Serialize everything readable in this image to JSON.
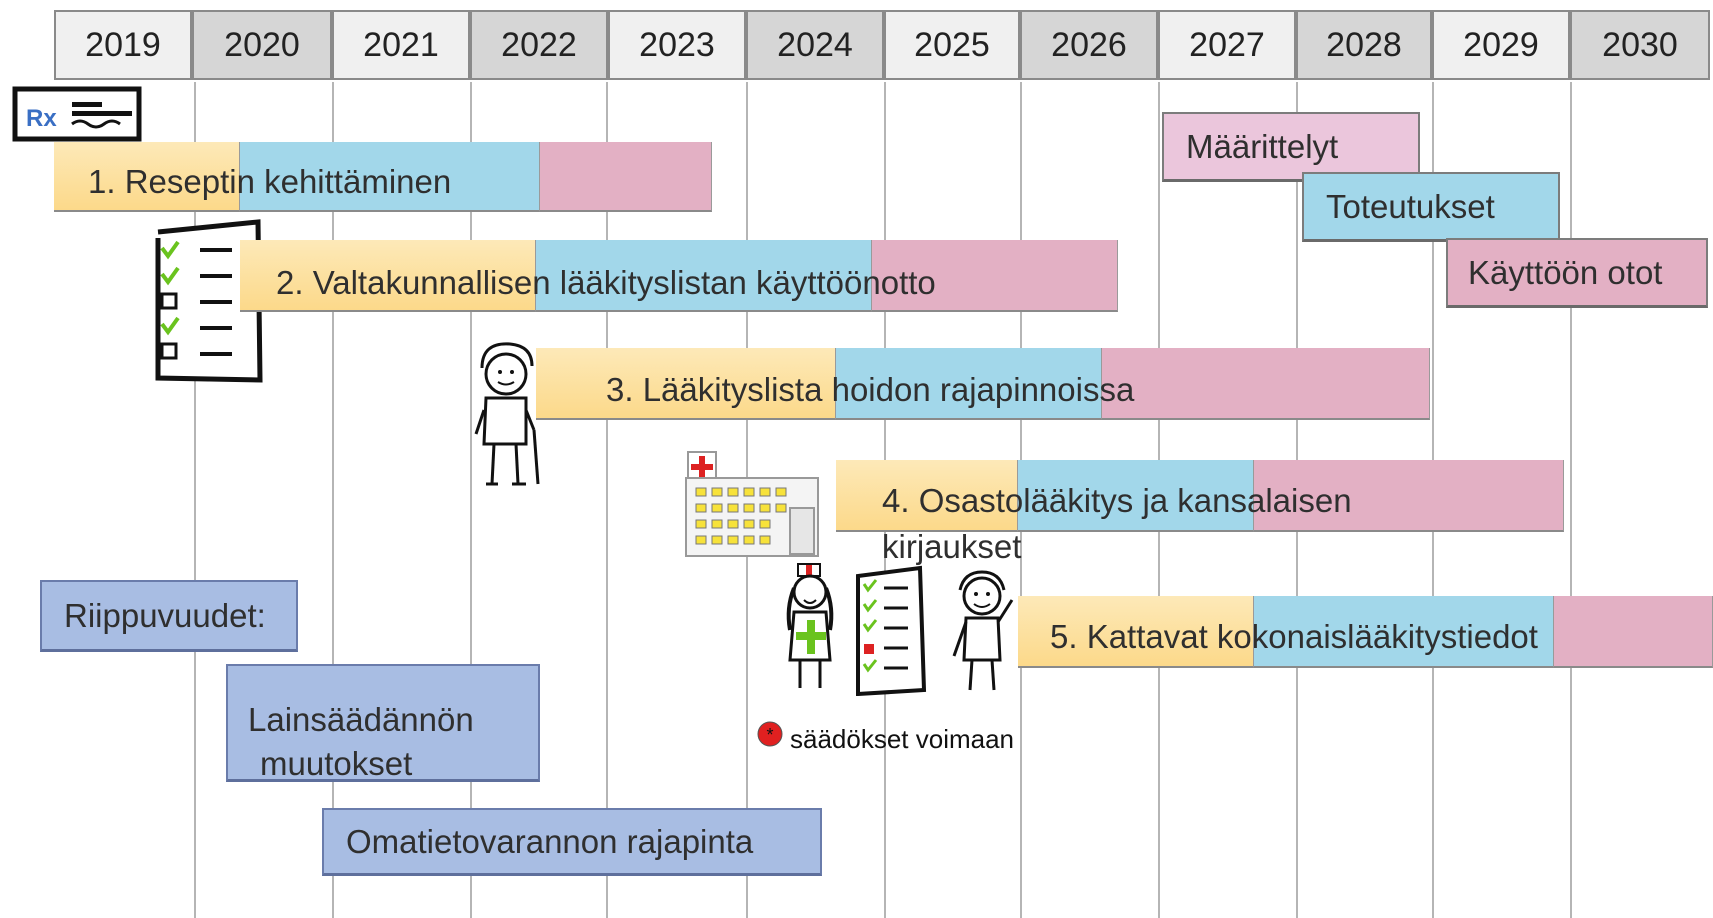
{
  "years": [
    "2019",
    "2020",
    "2021",
    "2022",
    "2023",
    "2024",
    "2025",
    "2026",
    "2027",
    "2028",
    "2029",
    "2030"
  ],
  "projects": [
    {
      "label": "1. Reseptin kehittäminen"
    },
    {
      "label": "2. Valtakunnallisen lääkityslistan käyttöönotto"
    },
    {
      "label": "3. Lääkityslista hoidon rajapinnoissa"
    },
    {
      "label": "4. Osastolääkitys ja kansalaisen",
      "label2": "kirjaukset"
    },
    {
      "label": "5. Kattavat kokonaislääkitystiedot"
    }
  ],
  "legend": {
    "definitions": "Määrittelyt",
    "implementations": "Toteutukset",
    "deployments": "Käyttöön otot"
  },
  "dependencies": {
    "title": "Riippuvuudet:",
    "legislation_line1": "Lainsäädännön",
    "legislation_line2": "muutokset",
    "kanta": "Omatietovarannon rajapinta"
  },
  "note": {
    "text": "säädökset voimaan"
  },
  "rx_icon": {
    "text": "Rx"
  },
  "colors": {
    "definition": "#fcd98a",
    "implementation": "#a2d7ea",
    "deployment": "#e3b0c4",
    "dependency": "#a8bde3",
    "marker": "#e02020"
  },
  "icons": [
    "prescription-icon",
    "checklist-icon",
    "elderly-person-icon",
    "hospital-icon",
    "nurse-icon",
    "doctor-icon"
  ]
}
